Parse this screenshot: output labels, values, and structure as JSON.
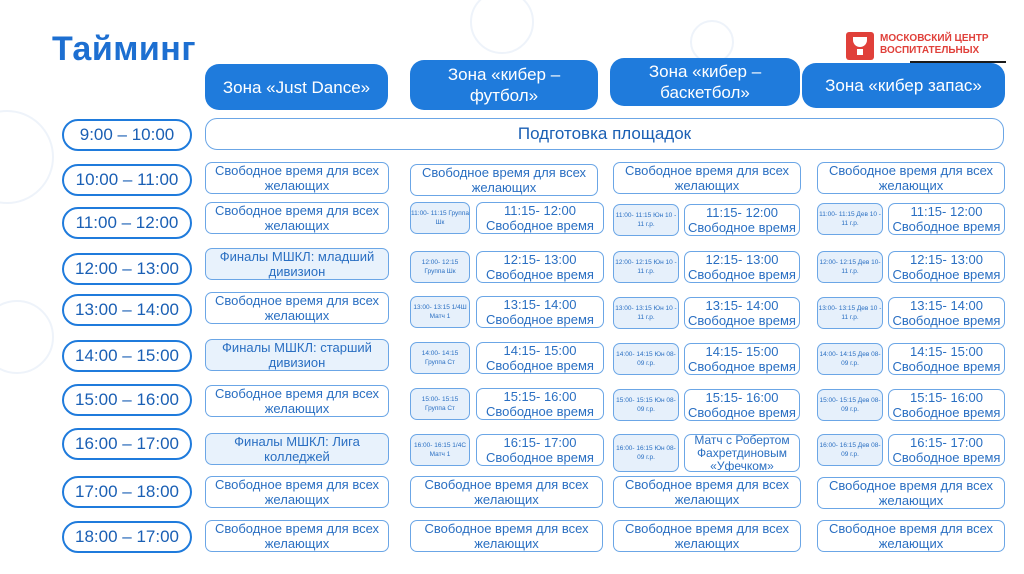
{
  "title": "Тайминг",
  "logo": {
    "text": "Московский центр воспитательных",
    "icon": "trophy-icon"
  },
  "zones": [
    "Зона «Just Dance»",
    "Зона «кибер – футбол»",
    "Зона «кибер – баскетбол»",
    "Зона «кибер запас»"
  ],
  "times": [
    "9:00 – 10:00",
    "10:00 – 11:00",
    "11:00 – 12:00",
    "12:00 – 13:00",
    "13:00 – 14:00",
    "14:00 – 15:00",
    "15:00 – 16:00",
    "16:00 – 17:00",
    "17:00 – 18:00",
    "18:00 – 17:00"
  ],
  "prep": "Подготовка площадок",
  "free": "Свободное время для всех желающих",
  "jd": {
    "r3": "Финалы МШКЛ: младший дивизион",
    "r5": "Финалы МШКЛ: старший дивизион",
    "r7": "Финалы МШКЛ: Лига колледжей"
  },
  "football": {
    "s2": "11:00- 11:15 Группа Шк",
    "b2": "11:15- 12:00 Свободное время",
    "s3": "12:00- 12:15 Группа Шк",
    "b3": "12:15- 13:00 Свободное время",
    "s4": "13:00- 13:15 1/4Ш Матч 1",
    "b4": "13:15- 14:00 Свободное время",
    "s5": "14:00- 14:15 Группа Ст",
    "b5": "14:15- 15:00 Свободное время",
    "s6": "15:00- 15:15 Группа Ст",
    "b6": "15:15- 16:00 Свободное время",
    "s7": "16:00- 16:15 1/4С Матч 1",
    "b7": "16:15- 17:00 Свободное время"
  },
  "basketball": {
    "s2": "11:00- 11:15 Юн 10 - 11 г.р.",
    "b2": "11:15- 12:00 Свободное время",
    "s3": "12:00- 12:15 Юн 10 - 11 г.р.",
    "b3": "12:15- 13:00 Свободное время",
    "s4": "13:00- 13:15 Юн 10 - 11 г.р.",
    "b4": "13:15- 14:00 Свободное время",
    "s5": "14:00- 14:15 Юн 08-09 г.р.",
    "b5": "14:15- 15:00 Свободное время",
    "s6": "15:00- 15:15 Юн 08-09 г.р.",
    "b6": "15:15- 16:00 Свободное время",
    "s7": "16:00- 16:15 Юн 08-09 г.р.",
    "b7": "Матч с Робертом Фахретдиновым «Уфечком»"
  },
  "reserve": {
    "s2": "11:00- 11:15 Дев 10 - 11 г.р.",
    "b2": "11:15- 12:00 Свободное время",
    "s3": "12:00- 12:15 Дев 10-11 г.р.",
    "b3": "12:15- 13:00 Свободное время",
    "s4": "13:00- 13:15 Дев 10 - 11 г.р.",
    "b4": "13:15- 14:00 Свободное время",
    "s5": "14:00- 14:15 Дев 08-09 г.р.",
    "b5": "14:15- 15:00 Свободное время",
    "s6": "15:00- 15:15 Дев 08-09 г.р.",
    "b6": "15:15- 16:00 Свободное время",
    "s7": "16:00- 16:15 Дев 08-09 г.р.",
    "b7": "16:15- 17:00 Свободное время"
  }
}
